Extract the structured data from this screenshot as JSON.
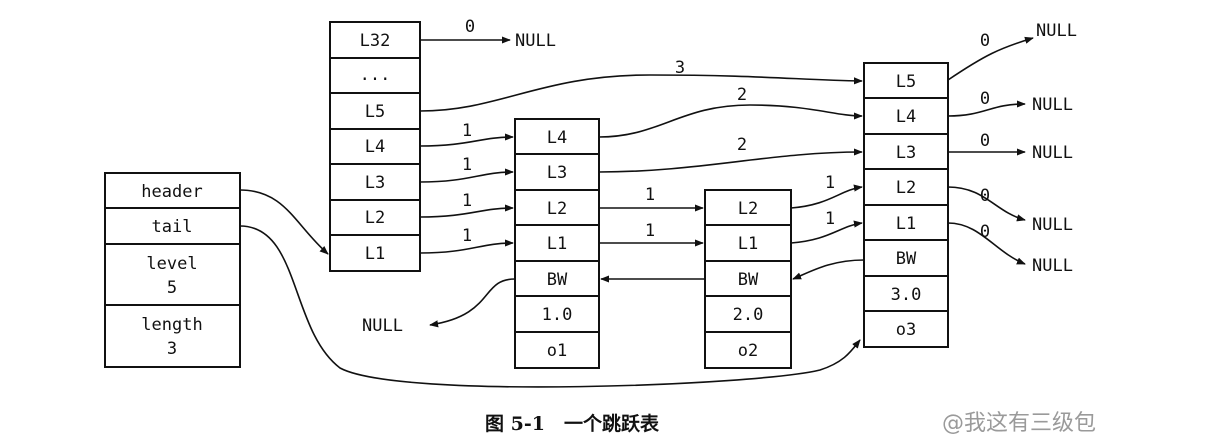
{
  "struct": {
    "header": "header",
    "tail": "tail",
    "level_label": "level",
    "level_value": "5",
    "length_label": "length",
    "length_value": "3"
  },
  "head_node": {
    "levels": [
      "L32",
      "...",
      "L5",
      "L4",
      "L3",
      "L2",
      "L1"
    ]
  },
  "node1": {
    "levels": [
      "L4",
      "L3",
      "L2",
      "L1"
    ],
    "backward": "BW",
    "score": "1.0",
    "obj": "o1"
  },
  "node2": {
    "levels": [
      "L2",
      "L1"
    ],
    "backward": "BW",
    "score": "2.0",
    "obj": "o2"
  },
  "node3": {
    "levels": [
      "L5",
      "L4",
      "L3",
      "L2",
      "L1"
    ],
    "backward": "BW",
    "score": "3.0",
    "obj": "o3"
  },
  "spans": {
    "head_L32": "0",
    "head_L5": "3",
    "head_L4": "1",
    "head_L3": "1",
    "head_L2": "1",
    "head_L1": "1",
    "n1_L4": "2",
    "n1_L3": "2",
    "n1_L2": "1",
    "n1_L1": "1",
    "n2_L2": "1",
    "n2_L1": "1",
    "n3_L5": "0",
    "n3_L4": "0",
    "n3_L3": "0",
    "n3_L2": "0",
    "n3_L1": "0"
  },
  "null_text": "NULL",
  "caption": "图 5-1　一个跳跃表",
  "watermark": "@我这有三级包"
}
